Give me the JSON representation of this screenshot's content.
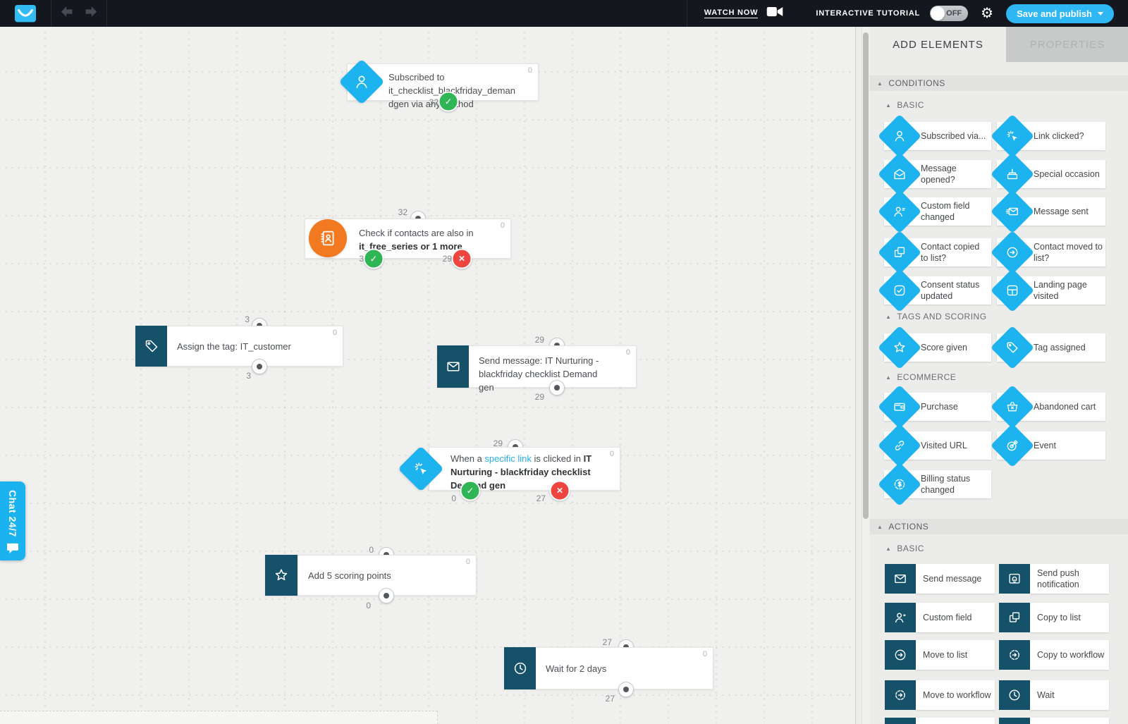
{
  "topbar": {
    "watch_now": "WATCH NOW",
    "interactive_tutorial": "INTERACTIVE TUTORIAL",
    "tutorial_toggle_state": "OFF",
    "save_button": "Save and publish"
  },
  "chat_tab": {
    "label": "Chat 24/7"
  },
  "colors": {
    "accent_blue": "#1cb3ef",
    "navy": "#16516a",
    "orange": "#f2791f",
    "green": "#2fb456",
    "red": "#ee4540"
  },
  "sidebar": {
    "tabs": [
      {
        "label": "ADD ELEMENTS"
      },
      {
        "label": "PROPERTIES"
      }
    ],
    "conditions": {
      "title": "CONDITIONS",
      "groups": [
        {
          "title": "BASIC",
          "items": [
            {
              "label": "Subscribed via...",
              "icon": "person"
            },
            {
              "label": "Link clicked?",
              "icon": "click"
            },
            {
              "label": "Message opened?",
              "icon": "mail-open"
            },
            {
              "label": "Special occasion",
              "icon": "cake"
            },
            {
              "label": "Custom field changed",
              "icon": "person-lines"
            },
            {
              "label": "Message sent",
              "icon": "mail-fast"
            },
            {
              "label": "Contact copied to list?",
              "icon": "copy"
            },
            {
              "label": "Contact moved to list?",
              "icon": "arrow-circle"
            },
            {
              "label": "Consent status updated",
              "icon": "check-square"
            },
            {
              "label": "Landing page visited",
              "icon": "layout"
            }
          ]
        },
        {
          "title": "TAGS AND SCORING",
          "items": [
            {
              "label": "Score given",
              "icon": "star"
            },
            {
              "label": "Tag assigned",
              "icon": "tag"
            }
          ]
        },
        {
          "title": "ECOMMERCE",
          "items": [
            {
              "label": "Purchase",
              "icon": "wallet"
            },
            {
              "label": "Abandoned cart",
              "icon": "basket-x"
            },
            {
              "label": "Visited URL",
              "icon": "link-chain"
            },
            {
              "label": "Event",
              "icon": "target"
            },
            {
              "label": "Billing status changed",
              "icon": "dollar-cycle"
            }
          ]
        }
      ]
    },
    "actions": {
      "title": "ACTIONS",
      "groups": [
        {
          "title": "BASIC",
          "items": [
            {
              "label": "Send message",
              "icon": "mail"
            },
            {
              "label": "Send push notification",
              "icon": "browser-bell"
            },
            {
              "label": "Custom field",
              "icon": "person-flag"
            },
            {
              "label": "Copy to list",
              "icon": "copy"
            },
            {
              "label": "Move to list",
              "icon": "arrow-circle"
            },
            {
              "label": "Copy to workflow",
              "icon": "gear-arrow"
            },
            {
              "label": "Move to workflow",
              "icon": "gear-arrow"
            },
            {
              "label": "Wait",
              "icon": "clock"
            }
          ]
        }
      ]
    }
  },
  "canvas": {
    "nodes": [
      {
        "icon": "person",
        "text": "Subscribed to it_checklist_blackfriday_demandgen via any method",
        "count": "0",
        "out_ok": "32"
      },
      {
        "icon": "addressbook",
        "text_pre": "Check if contacts are also in ",
        "text_bold": "it_free_series or 1 more",
        "count": "0",
        "in": "32",
        "out_ok": "3",
        "out_fail": "29"
      },
      {
        "icon": "tag",
        "text": "Assign the tag: IT_customer",
        "count": "0",
        "in": "3",
        "out": "3"
      },
      {
        "icon": "mail",
        "text": "Send message: IT Nurturing - blackfriday checklist Demand gen",
        "count": "0",
        "in": "29",
        "out": "29"
      },
      {
        "icon": "click",
        "text_pre": "When a ",
        "text_link": "specific link",
        "text_mid": " is clicked in ",
        "text_bold": "IT Nurturing - blackfriday checklist Demand gen",
        "count": "0",
        "in": "29",
        "out_ok": "0",
        "out_fail": "27"
      },
      {
        "icon": "star",
        "text": "Add 5 scoring points",
        "count": "0",
        "in": "0",
        "out": "0"
      },
      {
        "icon": "clock",
        "text": "Wait for 2 days",
        "count": "0",
        "in": "27",
        "out": "27"
      }
    ]
  }
}
